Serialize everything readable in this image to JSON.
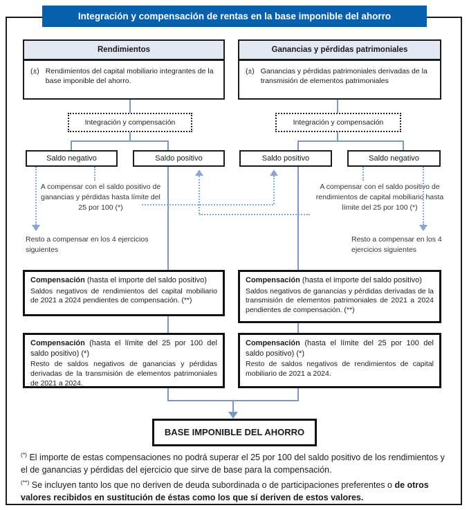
{
  "title": "Integración y compensación de rentas en la base imponible del ahorro",
  "left": {
    "header": "Rendimientos",
    "source_sign": "(±)",
    "source_text": "Rendimientos del capital mobiliario integrantes de la base imponible del ahorro.",
    "integration": "Integración y compensación",
    "saldo_negativo": "Saldo negativo",
    "saldo_positivo": "Saldo positivo",
    "compensar_note": "A compensar con el saldo positivo de ganancias y pérdidas hasta límite del 25 por 100 (*)",
    "resto_note": "Resto a compensar en los 4 ejercicios siguientes",
    "comp1_bold": "Compensación",
    "comp1_rest": " (hasta el importe del saldo positivo)",
    "comp1_body": "Saldos negativos de rendimientos del capital mobiliario de 2021 a 2024 pendientes de compensación. (**)",
    "comp2_bold": "Compensación",
    "comp2_rest": " (hasta el límite del 25 por 100 del saldo positivo) (*)",
    "comp2_body": "Resto de saldos negativos de ganancias y pérdidas derivadas de la transmisión de elementos patrimoniales de 2021 a 2024."
  },
  "right": {
    "header": "Ganancias y pérdidas patrimoniales",
    "source_sign": "(±)",
    "source_text": "Ganancias y pérdidas patrimoniales derivadas de la transmisión de elementos patrimoniales",
    "integration": "Integración y compensación",
    "saldo_positivo": "Saldo positivo",
    "saldo_negativo": "Saldo negativo",
    "compensar_note": "A compensar con el saldo positivo de rendimientos de capital mobiliario hasta límite del 25 por 100 (*)",
    "resto_note": "Resto a compensar en los 4 ejercicios siguientes",
    "comp1_bold": "Compensación",
    "comp1_rest": " (hasta el importe del saldo positivo)",
    "comp1_body": "Saldos negativos de ganancias y pérdidas derivadas de la transmisión de elementos patrimoniales de 2021 a 2024 pendientes de compensación. (**)",
    "comp2_bold": "Compensación",
    "comp2_rest": " (hasta el límite del 25 por 100 del saldo positivo) (*)",
    "comp2_body": "Resto de saldos negativos de rendimientos de capital mobiliario de 2021 a 2024."
  },
  "result_label": "BASE IMPONIBLE DEL AHORRO",
  "footnotes": [
    {
      "marker": "(*)",
      "text": "El importe de estas compensaciones no podrá superar el 25 por 100 del saldo positivo de los rendimientos y el de ganancias y pérdidas del ejercicio que sirve de base para la compensación."
    },
    {
      "marker": "(**)",
      "text": "Se incluyen tanto los que no deriven de deuda subordinada o de participaciones preferentes o",
      "text_bold": "de otros valores recibidos en sustitución de éstas como los que sí deriven de estos valores."
    }
  ],
  "colors": {
    "title_bg": "#085fac",
    "header_bg": "#e3e8f5",
    "box_border": "#1a1a1a",
    "connector_solid": "#7b97c9",
    "connector_dotted": "#85a7d6"
  }
}
